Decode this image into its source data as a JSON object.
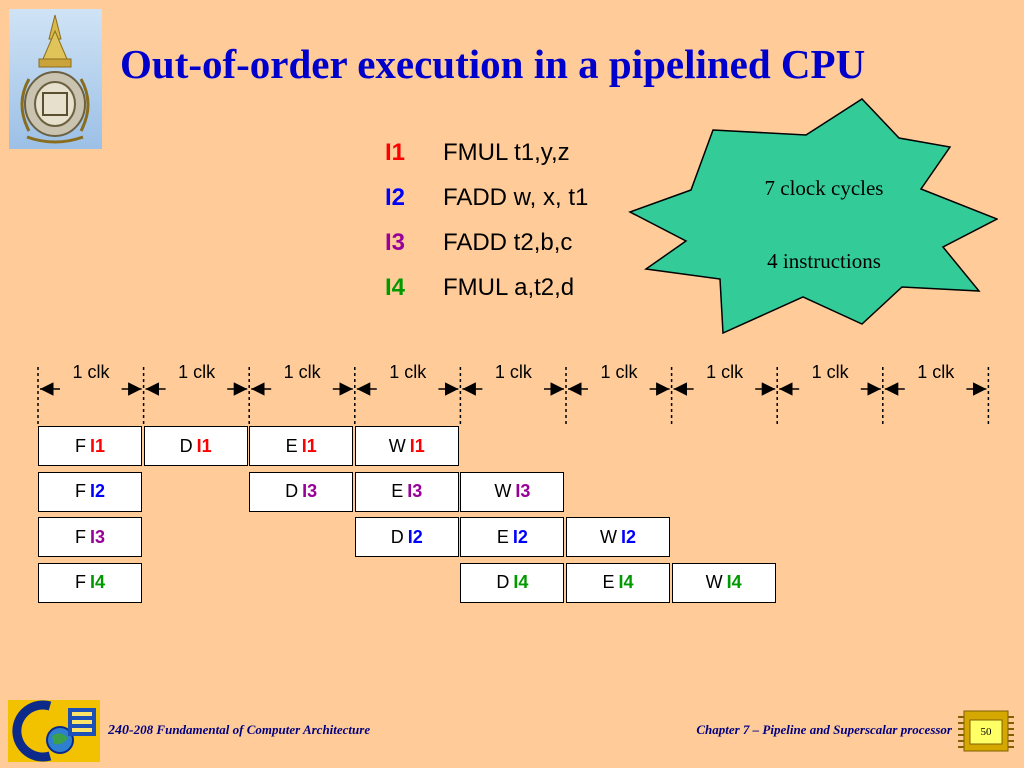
{
  "title": "Out-of-order execution in a pipelined CPU",
  "instructions": [
    {
      "id": "I1",
      "text": "FMUL t1,y,z",
      "color": "#FF0000"
    },
    {
      "id": "I2",
      "text": "FADD w, x, t1",
      "color": "#0000FF"
    },
    {
      "id": "I3",
      "text": "FADD t2,b,c",
      "color": "#990099"
    },
    {
      "id": "I4",
      "text": "FMUL a,t2,d",
      "color": "#009900"
    }
  ],
  "callout": {
    "line1": "7 clock cycles",
    "line2": "4 instructions",
    "fill": "#33CC99"
  },
  "clock_label": "1 clk",
  "pipeline": [
    [
      {
        "stage": "F",
        "instr": "I1"
      },
      {
        "stage": "D",
        "instr": "I1"
      },
      {
        "stage": "E",
        "instr": "I1"
      },
      {
        "stage": "W",
        "instr": "I1"
      }
    ],
    [
      {
        "stage": "F",
        "instr": "I2"
      },
      null,
      {
        "stage": "D",
        "instr": "I3"
      },
      {
        "stage": "E",
        "instr": "I3"
      },
      {
        "stage": "W",
        "instr": "I3"
      }
    ],
    [
      {
        "stage": "F",
        "instr": "I3"
      },
      null,
      null,
      {
        "stage": "D",
        "instr": "I2"
      },
      {
        "stage": "E",
        "instr": "I2"
      },
      {
        "stage": "W",
        "instr": "I2"
      }
    ],
    [
      {
        "stage": "F",
        "instr": "I4"
      },
      null,
      null,
      null,
      {
        "stage": "D",
        "instr": "I4"
      },
      {
        "stage": "E",
        "instr": "I4"
      },
      {
        "stage": "W",
        "instr": "I4"
      }
    ]
  ],
  "footer": {
    "course_number": "240-",
    "course_title": "208 Fundamental of Computer Architecture",
    "chapter": "Chapter 7 – Pipeline and Superscalar processor",
    "page": "50"
  },
  "colors": {
    "background": "#FFCC99",
    "title": "#0000CC",
    "footer_text": "#000080"
  }
}
